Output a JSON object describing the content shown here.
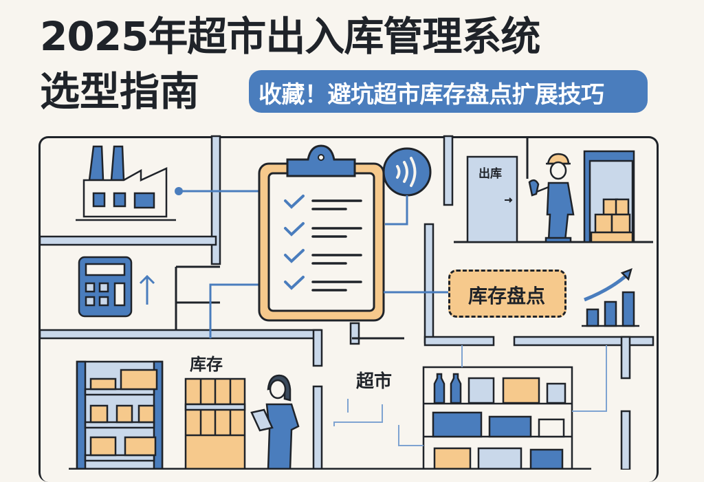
{
  "title": {
    "line1": "2025年超市出入库管理系统",
    "line2": "选型指南"
  },
  "banner": {
    "text": "收藏！避坑超市库存盘点扩展技巧"
  },
  "illustration": {
    "door_label": "出库",
    "inventory_check_label": "库存盘点",
    "stock_label": "库存",
    "supermarket_label": "超市",
    "icons": [
      "factory-icon",
      "calculator-icon",
      "arrow-up-icon",
      "clipboard-checklist-icon",
      "nfc-signal-icon",
      "door-icon",
      "worker-with-scanner",
      "cargo-shelf-icon",
      "growth-chart-icon",
      "warehouse-shelf-icon",
      "box-stack-icon",
      "staff-with-tablet",
      "supermarket-shelf-icon"
    ]
  },
  "colors": {
    "background": "#f8f5ef",
    "primary_blue": "#4a7dbd",
    "light_blue": "#c9d8ea",
    "orange": "#f6c98c",
    "ink": "#1f2329"
  }
}
